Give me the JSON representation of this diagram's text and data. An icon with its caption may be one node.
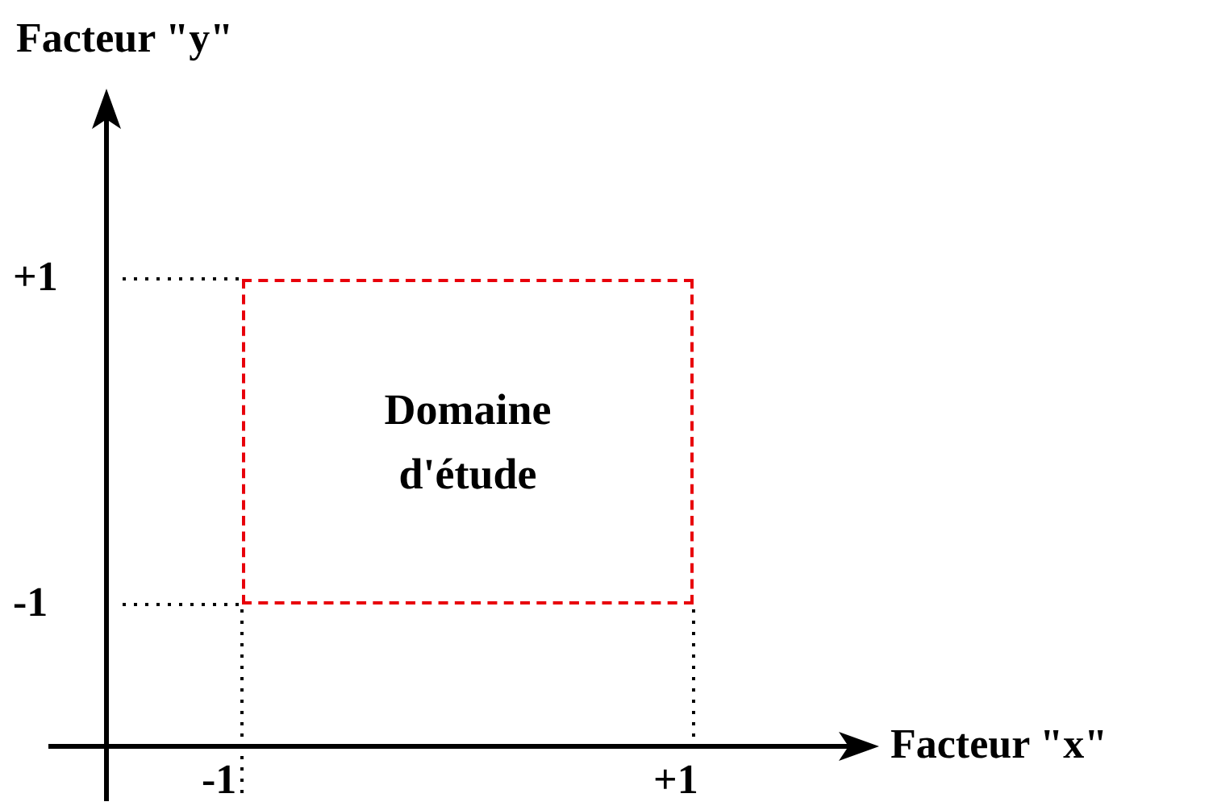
{
  "diagram": {
    "nodes": [
      {
        "text": [
          "Domaine d'étude"
        ]
      }
    ],
    "labels": [
      "Facteur \"y\"",
      "+1",
      "-1",
      "Facteur \"x\"",
      "-1",
      "+1"
    ]
  }
}
